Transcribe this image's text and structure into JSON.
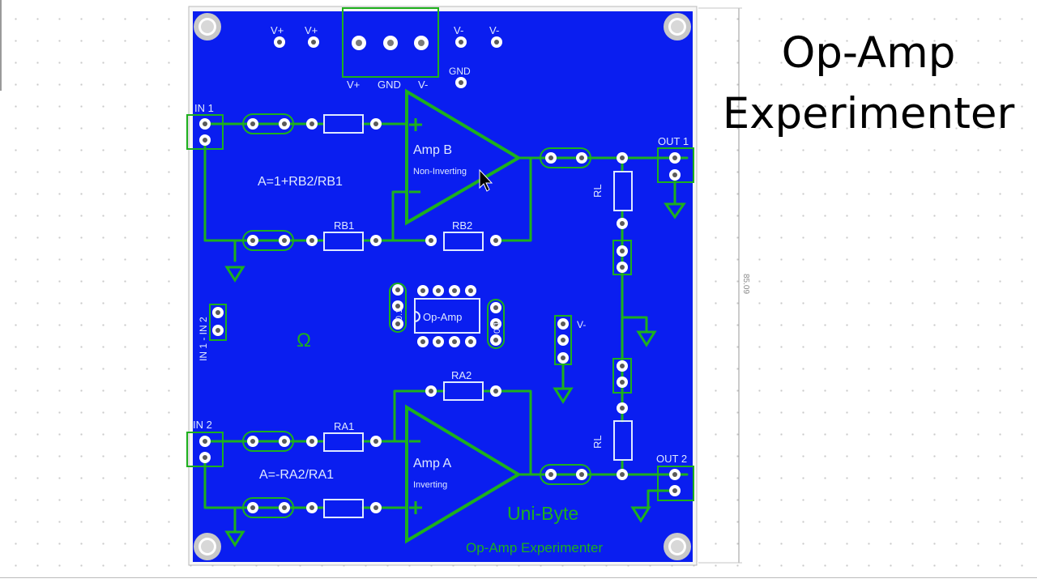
{
  "title": {
    "line1": "Op-Amp",
    "line2": "Experimenter"
  },
  "colors": {
    "board": "#0a1ef0",
    "trace": "#1db01d",
    "silkscreen": "#dfe9ff",
    "pad": "#ffffff"
  },
  "dimension": {
    "height": "85.09"
  },
  "labels": {
    "power_vplus_1": "V+",
    "power_vplus_2": "V+",
    "power_vminus_1": "V-",
    "power_vminus_2": "V-",
    "terminal_vplus": "V+",
    "terminal_gnd": "GND",
    "terminal_vminus": "V-",
    "gnd_pad": "GND",
    "in1": "IN 1",
    "in2": "IN 2",
    "out1": "OUT 1",
    "out2": "OUT 2",
    "amp_b": "Amp B",
    "amp_b_mode": "Non-Inverting",
    "amp_a": "Amp A",
    "amp_a_mode": "Inverting",
    "gain_b": "A=1+RB2/RB1",
    "gain_a": "A=-RA2/RA1",
    "rb1": "RB1",
    "rb2": "RB2",
    "ra1": "RA1",
    "ra2": "RA2",
    "rl_top": "RL",
    "rl_bottom": "RL",
    "op_amp_ic": "Op-Amp",
    "cap_left": "0.1",
    "cap_right": "0.1",
    "in_bridge": "IN 1 - IN 2",
    "v_minus_header": "V-",
    "brand": "Uni-Byte",
    "board_name": "Op-Amp Experimenter",
    "logo": "Ω"
  }
}
